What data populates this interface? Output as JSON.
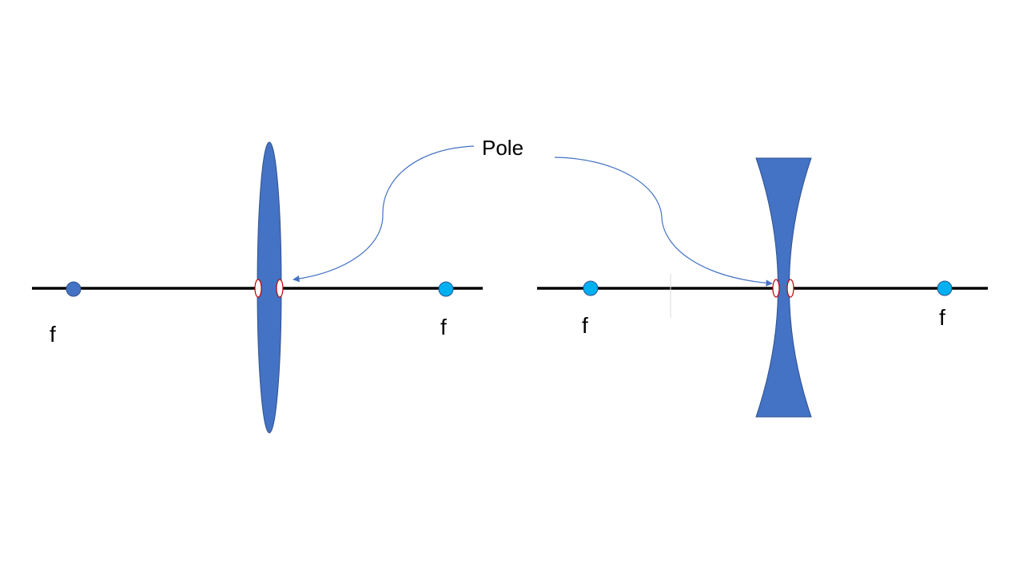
{
  "labels": {
    "pole": "Pole",
    "focal_left_lens_left": "f",
    "focal_left_lens_right": "f",
    "focal_right_lens_left": "f",
    "focal_right_lens_right": "f"
  },
  "colors": {
    "lens_fill": "#4472C4",
    "lens_stroke": "#2F528F",
    "axis": "#000000",
    "focus_dark": "#4472C4",
    "focus_light": "#00B0F0",
    "pole_marker_stroke": "#C00000",
    "pole_marker_fill": "#FFFFFF",
    "leader_line": "#4472C4"
  },
  "diagram": {
    "lenses": [
      {
        "name": "convex-lens",
        "type": "convex"
      },
      {
        "name": "concave-lens",
        "type": "concave"
      }
    ]
  }
}
